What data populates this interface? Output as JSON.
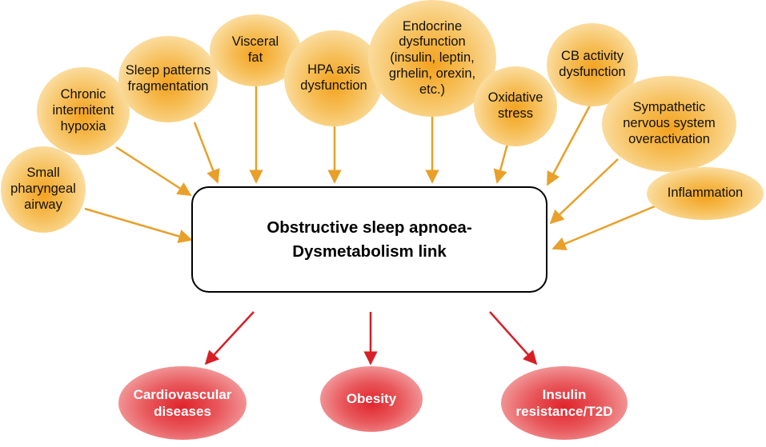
{
  "diagram": {
    "central": "Obstructive sleep apnoea-\nDysmetabolism link",
    "factors": [
      {
        "id": "small-pharyngeal-airway",
        "label": "Small\npharyngeal\nairway"
      },
      {
        "id": "chronic-intermittent-hypoxia",
        "label": "Chronic\nintermitent\nhypoxia"
      },
      {
        "id": "sleep-patterns-fragmentation",
        "label": "Sleep patterns\nfragmentation"
      },
      {
        "id": "visceral-fat",
        "label": "Visceral\nfat"
      },
      {
        "id": "hpa-axis-dysfunction",
        "label": "HPA axis\ndysfunction"
      },
      {
        "id": "endocrine-dysfunction",
        "label": "Endocrine\ndysfunction\n(insulin, leptin,\ngrhelin, orexin,\netc.)"
      },
      {
        "id": "oxidative-stress",
        "label": "Oxidative\nstress"
      },
      {
        "id": "cb-activity-dysfunction",
        "label": "CB activity\ndysfunction"
      },
      {
        "id": "sympathetic-overactivation",
        "label": "Sympathetic\nnervous system\noveractivation"
      },
      {
        "id": "inflammation",
        "label": "Inflammation"
      }
    ],
    "outcomes": [
      {
        "id": "cardiovascular-diseases",
        "label": "Cardiovascular\ndiseases"
      },
      {
        "id": "obesity",
        "label": "Obesity"
      },
      {
        "id": "insulin-resistance-t2d",
        "label": "Insulin\nresistance/T2D"
      }
    ],
    "colors": {
      "factor_arrow": "#e8a02a",
      "outcome_arrow": "#d81f26",
      "factor_fill": "#f3a21e",
      "outcome_fill": "#e0242b"
    }
  }
}
